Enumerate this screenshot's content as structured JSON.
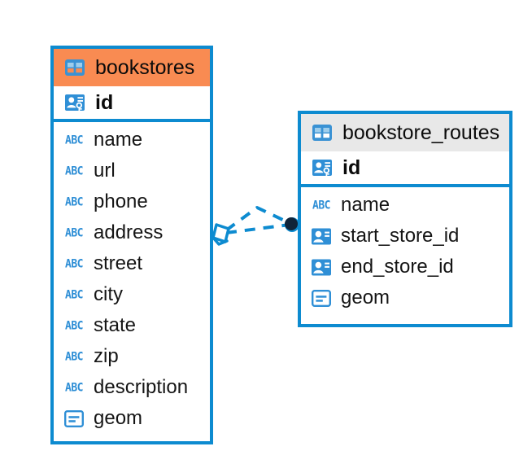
{
  "diagram": {
    "type": "entity-relationship-diagram",
    "colors": {
      "border_blue": "#0d8bd0",
      "header_orange": "#f98b52",
      "header_gray": "#e8e8e8",
      "icon_blue": "#2f8fd6",
      "relation_dark": "#10243a",
      "canvas": "#ffffff"
    },
    "entities": [
      {
        "id": "bookstores",
        "name": "bookstores",
        "header_style": "orange",
        "table_icon": "table-icon",
        "primary_key": {
          "name": "id",
          "icon": "primary-key-icon"
        },
        "fields": [
          {
            "name": "name",
            "icon": "text-abc-icon"
          },
          {
            "name": "url",
            "icon": "text-abc-icon"
          },
          {
            "name": "phone",
            "icon": "text-abc-icon"
          },
          {
            "name": "address",
            "icon": "text-abc-icon"
          },
          {
            "name": "street",
            "icon": "text-abc-icon"
          },
          {
            "name": "city",
            "icon": "text-abc-icon"
          },
          {
            "name": "state",
            "icon": "text-abc-icon"
          },
          {
            "name": "zip",
            "icon": "text-abc-icon"
          },
          {
            "name": "description",
            "icon": "text-abc-icon"
          },
          {
            "name": "geom",
            "icon": "geometry-icon"
          }
        ]
      },
      {
        "id": "bookstore_routes",
        "name": "bookstore_routes",
        "header_style": "gray",
        "table_icon": "table-icon",
        "primary_key": {
          "name": "id",
          "icon": "primary-key-icon"
        },
        "fields": [
          {
            "name": "name",
            "icon": "text-abc-icon"
          },
          {
            "name": "start_store_id",
            "icon": "foreign-key-icon"
          },
          {
            "name": "end_store_id",
            "icon": "foreign-key-icon"
          },
          {
            "name": "geom",
            "icon": "geometry-icon"
          }
        ]
      }
    ],
    "relationship": {
      "from_entity": "bookstores",
      "to_entity": "bookstore_routes",
      "line_style": "dashed",
      "source_marker": "diamond-marker",
      "target_marker": "filled-circle-marker",
      "branches": 2
    }
  }
}
